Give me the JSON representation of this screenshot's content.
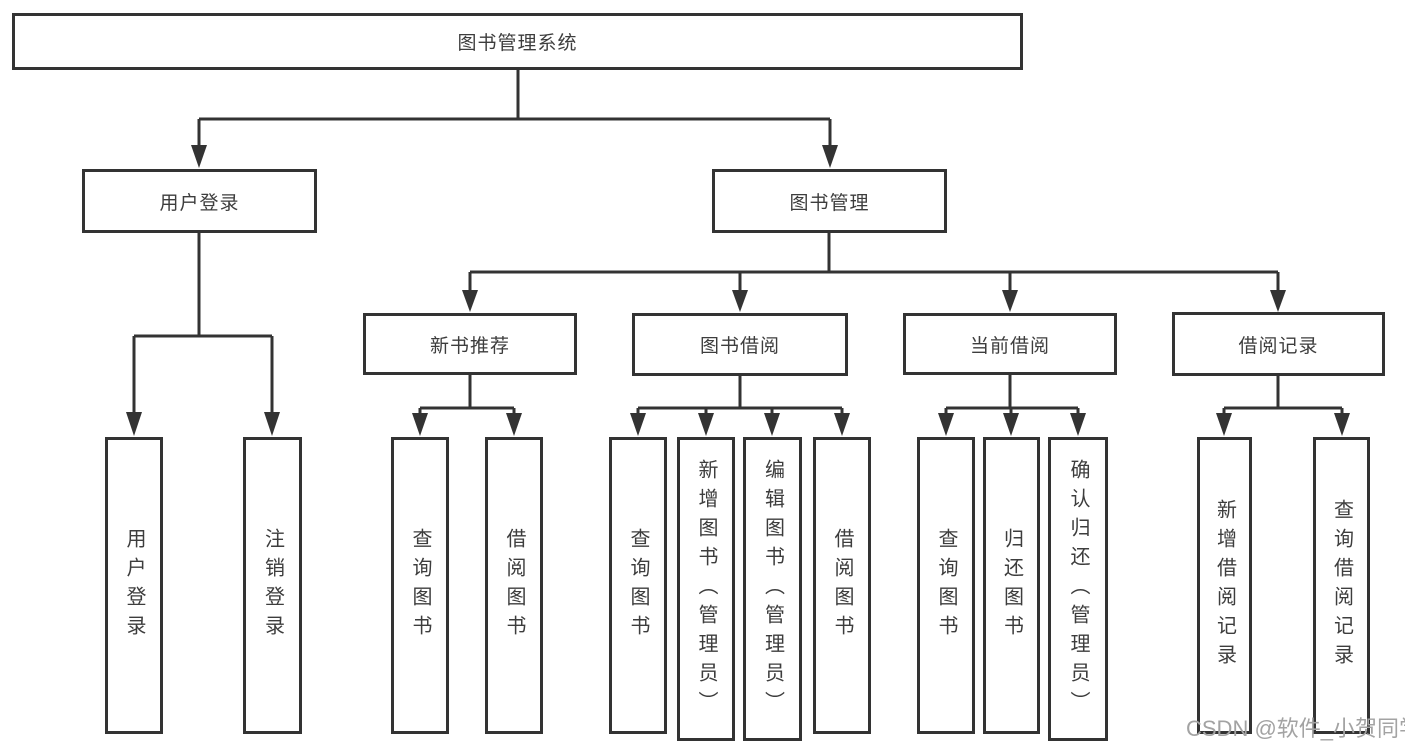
{
  "diagram": {
    "root": {
      "label": "图书管理系统",
      "children": [
        {
          "label": "用户登录",
          "children": [
            {
              "label": "用户登录"
            },
            {
              "label": "注销登录"
            }
          ]
        },
        {
          "label": "图书管理",
          "children": [
            {
              "label": "新书推荐",
              "children": [
                {
                  "label": "查询图书"
                },
                {
                  "label": "借阅图书"
                }
              ]
            },
            {
              "label": "图书借阅",
              "children": [
                {
                  "label": "查询图书"
                },
                {
                  "label": "新增图书（管理员）"
                },
                {
                  "label": "编辑图书（管理员）"
                },
                {
                  "label": "借阅图书"
                }
              ]
            },
            {
              "label": "当前借阅",
              "children": [
                {
                  "label": "查询图书"
                },
                {
                  "label": "归还图书"
                },
                {
                  "label": "确认归还（管理员）"
                }
              ]
            },
            {
              "label": "借阅记录",
              "children": [
                {
                  "label": "新增借阅记录"
                },
                {
                  "label": "查询借阅记录"
                }
              ]
            }
          ]
        }
      ]
    }
  },
  "watermark": {
    "text": "CSDN @软件_小贺同学"
  },
  "colors": {
    "line": "#333333",
    "text": "#3d3d3d",
    "watermark": "#a3a3a3",
    "background": "#ffffff"
  }
}
